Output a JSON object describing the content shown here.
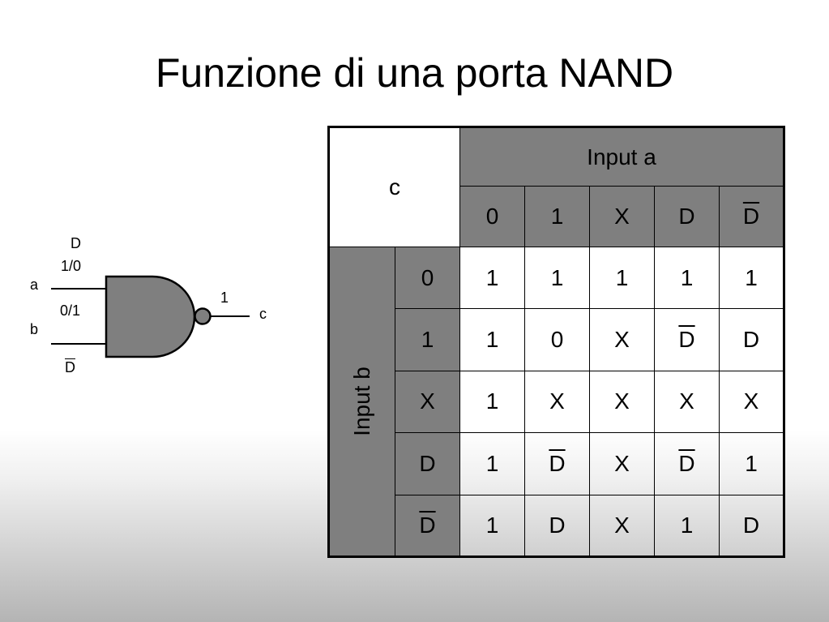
{
  "title": "Funzione di una porta NAND",
  "gate": {
    "input_a_name": "a",
    "input_b_name": "b",
    "output_name": "c",
    "top_signal": "D",
    "a_value": "1/0",
    "b_value": "0/1",
    "bottom_signal": "D",
    "output_value": "1"
  },
  "table": {
    "corner_label": "c",
    "col_header": "Input a",
    "row_header": "Input b",
    "col_values": [
      "0",
      "1",
      "X",
      "D",
      "D"
    ],
    "rows": [
      {
        "b": "0",
        "cells": [
          "1",
          "1",
          "1",
          "1",
          "1"
        ]
      },
      {
        "b": "1",
        "cells": [
          "1",
          "0",
          "X",
          "D",
          "D"
        ]
      },
      {
        "b": "X",
        "cells": [
          "1",
          "X",
          "X",
          "X",
          "X"
        ]
      },
      {
        "b": "D",
        "cells": [
          "1",
          "D",
          "X",
          "D",
          "1"
        ]
      },
      {
        "b": "D",
        "cells": [
          "1",
          "D",
          "X",
          "1",
          "D"
        ]
      }
    ],
    "col_overlined": [
      false,
      false,
      false,
      false,
      true
    ],
    "row_overlined": [
      false,
      false,
      false,
      false,
      true
    ],
    "cell_overlined": [
      [
        false,
        false,
        false,
        false,
        false
      ],
      [
        false,
        false,
        false,
        true,
        false
      ],
      [
        false,
        false,
        false,
        false,
        false
      ],
      [
        false,
        true,
        false,
        true,
        false
      ],
      [
        false,
        false,
        false,
        false,
        false
      ]
    ]
  },
  "colors": {
    "header_fill": "#7f7f7f",
    "gate_fill": "#7f7f7f"
  }
}
